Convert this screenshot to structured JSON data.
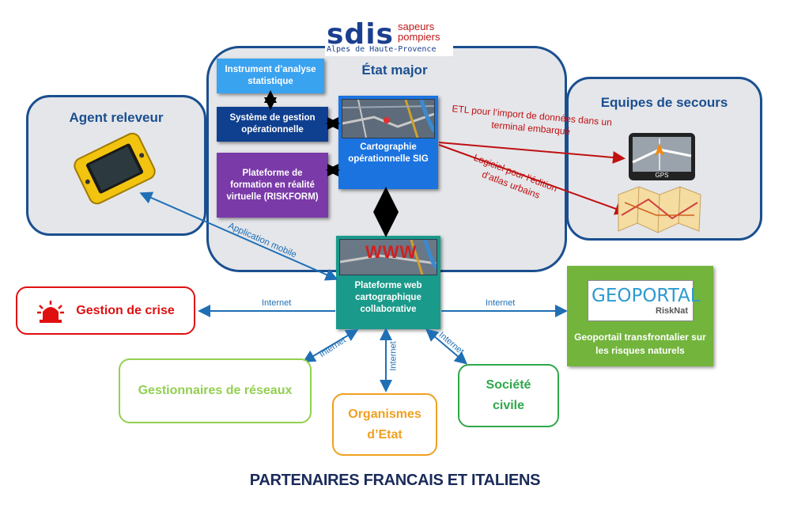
{
  "logo": {
    "main": "sdis",
    "line1": "sapeurs",
    "line2": "pompiers",
    "subtitle": "Alpes de Haute-Provence"
  },
  "etat_major": {
    "title": "État major",
    "instrument": "Instrument d’analyse statistique",
    "systeme": "Système de gestion opérationnelle",
    "plateforme_formation": "Plateforme de formation en réalité virtuelle (RISKFORM)",
    "cartographie": "Cartographie opérationnelle SIG"
  },
  "agent": {
    "title": "Agent releveur"
  },
  "equipes": {
    "title": "Equipes de secours",
    "gps_label": "GPS"
  },
  "web_platform": {
    "label": "Plateforme web cartographique collaborative",
    "www": "WWW"
  },
  "links": {
    "etl": "ETL pour l’import de données dans un terminal embarqué",
    "logiciel": "Logiciel pour l’édition d’atlas urbains",
    "app_mobile": "Application mobile",
    "internet": "Internet"
  },
  "partners": {
    "crise": "Gestion de crise",
    "reseaux": "Gestionnaires de réseaux",
    "organismes": "Organismes d’Etat",
    "societe": "Société civile",
    "geoportal_name": "GEOPORTAL",
    "geoportal_sub": "RiskNat",
    "geoportal_desc": "Geoportail transfrontalier sur les risques naturels"
  },
  "footer": "PARTENAIRES FRANCAIS ET ITALIENS",
  "colors": {
    "panel_border": "#1a4f8f",
    "instrument": "#3aa3f0",
    "systeme": "#0f3f8f",
    "plateforme_formation": "#7a3aa8",
    "cartographie": "#1b73e0",
    "web_platform": "#1a9a8a",
    "crise": "#e01010",
    "reseaux": "#92d050",
    "organismes": "#f0a020",
    "societe": "#2ea84a",
    "geoportal": "#72b43c",
    "red_link": "#c01010",
    "blue_link": "#1f6fb5"
  }
}
